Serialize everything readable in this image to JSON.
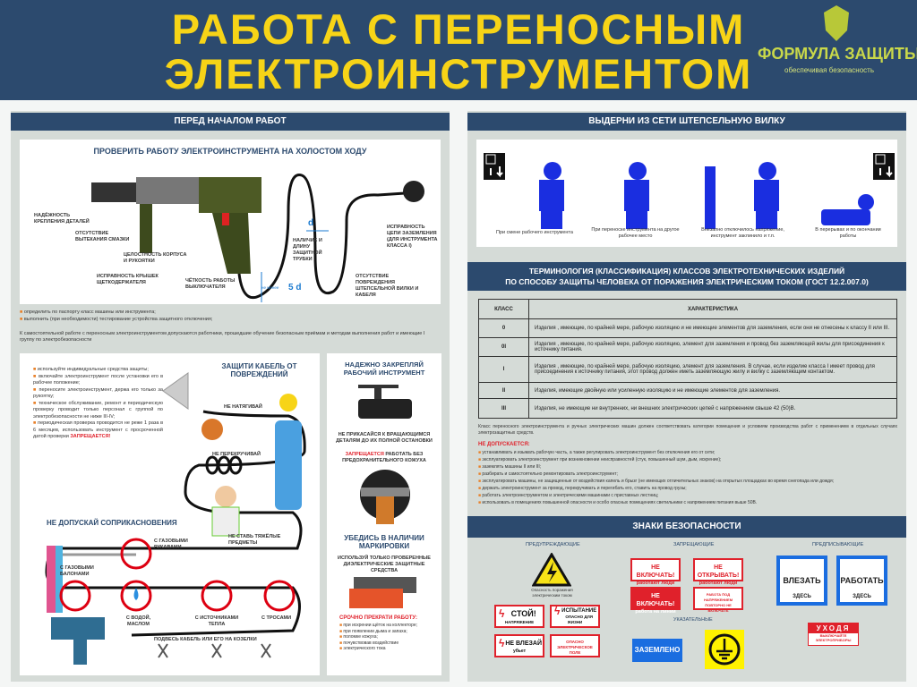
{
  "title": {
    "line1": "РАБОТА С ПЕРЕНОСНЫМ",
    "line2": "ЭЛЕКТРОИНСТРУМЕНТОМ"
  },
  "colors": {
    "header": "#2c4a6e",
    "title": "#f7d417",
    "panel": "#d5dbd7",
    "accent_red": "#e0212b",
    "figure_blue": "#1a2ee0"
  },
  "before_work": {
    "header": "ПЕРЕД НАЧАЛОМ РАБОТ",
    "check_title": "ПРОВЕРИТЬ РАБОТУ ЭЛЕКТРОИНСТРУМЕНТА НА ХОЛОСТОМ ХОДУ",
    "labels": [
      "НАДЁЖНОСТЬ КРЕПЛЕНИЯ ДЕТАЛЕЙ",
      "ОТСУТСТВИЕ ВЫТЕКАНИЯ СМАЗКИ",
      "ЦЕЛОСТНОСТЬ КОРПУСА И РУКОЯТКИ",
      "ИСПРАВНОСТЬ КРЫШЕК ЩЕТКОДЕРЖАТЕЛЯ",
      "ЧЁТКОСТЬ РАБОТЫ ВЫКЛЮЧАТЕЛЯ",
      "НАЛИЧИЕ И ДЛИНУ ЗАЩИТНОЙ ТРУБКИ",
      "ОТСУТСТВИЕ ПОВРЕЖДЕНИЯ ШТЕПСЕЛЬНОЙ ВИЛКИ И КАБЕЛЯ",
      "ИСПРАВНОСТЬ ЦЕПИ ЗАЗЕМЛЕНИЯ (ДЛЯ ИНСТРУМЕНТА КЛАССА I)"
    ],
    "dim_d": "d",
    "dim_5d": "5 d",
    "dim_min": "не менее",
    "bullets": [
      "определить по паспорту класс машины или инструмента;",
      "выполнить (при необходимости) тестирование устройства защитного отключения;"
    ],
    "note": "К самостоятельной работе с переносным электроинструментом допускаются работники, прошедшие обучение безопасным приёмам и методам выполнения работ и имеющие I группу по электробезопасности"
  },
  "cable": {
    "bullets": [
      "используйте индивидуальные средства защиты;",
      "включайте электроинструмент после установки его в рабочее положение;",
      "переносите электроинструмент, держа его только за рукоятку;",
      "техническое обслуживание, ремонт и периодическую проверку проводит только персонал с группой по электробезопасности не ниже III-IV;"
    ],
    "bullet_last": "периодическая проверка проводится не реже 1 раза в 6 месяцев, использовать инструмент с просроченной датой проверки",
    "forbidden": "ЗАПРЕЩАЕТСЯ!",
    "protect_title": "ЗАЩИТИ КАБЕЛЬ ОТ ПОВРЕЖДЕНИЙ",
    "no_pull": "НЕ НАТЯГИВАЙ",
    "no_twist": "НЕ ПЕРЕКРУЧИВАЙ",
    "no_heavy": "НЕ СТАВЬ ТЯЖЁЛЫЕ ПРЕДМЕТЫ",
    "contact_title": "НЕ ДОПУСКАЙ СОПРИКАСНОВЕНИЯ",
    "contacts": [
      "С ГАЗОВЫМИ РУКАВАМИ",
      "С ГАЗОВЫМИ БАЛОНАМИ",
      "С ВОДОЙ, МАСЛОМ",
      "С ИСТОЧНИКАМИ ТЕПЛА",
      "С ТРОСАМИ"
    ],
    "hang": "ПОДВЕСЬ КАБЕЛЬ ИЛИ ЕГО НА КОЗЕЛКИ"
  },
  "tool": {
    "title": "НАДЕЖНО ЗАКРЕПЛЯЙ РАБОЧИЙ ИНСТРУМЕНТ",
    "no_touch": "НЕ ПРИКАСАЙСЯ К ВРАЩАЮЩИМСЯ ДЕТАЛЯМ ДО ИХ ПОЛНОЙ ОСТАНОВКИ",
    "forbidden": "ЗАПРЕЩАЕТСЯ",
    "no_guard": "РАБОТАТЬ БЕЗ ПРЕДОХРАНИТЕЛЬНОГО КОЖУХА",
    "marking_title": "УБЕДИСЬ В НАЛИЧИИ МАРКИРОВКИ",
    "marking_text": "ИСПОЛЬЗУЙ ТОЛЬКО ПРОВЕРЕННЫЕ ДИЭЛЕКТРИЧЕСКИЕ ЗАЩИТНЫЕ СРЕДСТВА",
    "stop_title": "СРОЧНО ПРЕКРАТИ РАБОТУ:",
    "stop_items": [
      "при искрении щёток на коллекторе;",
      "при появлении дыма и запаха;",
      "поломке кожуха;",
      "почувствовав воздействие",
      "электрического тока"
    ]
  },
  "unplug": {
    "header": "ВЫДЕРНИ ИЗ СЕТИ ШТЕПСЕЛЬНУЮ ВИЛКУ",
    "captions": [
      "При смене рабочего инструмента",
      "При переноске инструмента на другое рабочее место",
      "Внезапно отключилось напряжение, инструмент заклинило и т.п.",
      "В перерывах и по окончании работы"
    ]
  },
  "classes": {
    "header_line1": "ТЕРМИНОЛОГИЯ (КЛАССИФИКАЦИЯ) КЛАССОВ ЭЛЕКТРОТЕХНИЧЕСКИХ ИЗДЕЛИЙ",
    "header_line2": "ПО СПОСОБУ ЗАЩИТЫ ЧЕЛОВЕКА ОТ ПОРАЖЕНИЯ ЭЛЕКТРИЧЕСКИМ ТОКОМ (ГОСТ 12.2.007.0)",
    "columns": [
      "КЛАСС",
      "ХАРАКТЕРИСТИКА"
    ],
    "rows": [
      {
        "cls": "0",
        "text": "Изделия , имеющие, по крайней мере, рабочую изоляцию и не имеющие элементов для заземления, если они не отнесены к классу II или III."
      },
      {
        "cls": "0I",
        "text": "Изделия , имеющие, по крайней мере, рабочую изоляцию, элемент для заземления и провод без заземляющей жилы для присоединения к источнику питания."
      },
      {
        "cls": "I",
        "text": "Изделия , имеющие, по крайней мере, рабочую изоляцию, элемент для заземления. В случае, если изделие класса I имеет провод для присоединения к источнику питания, этот провод должен иметь заземляющую жилу и вилку с заземляющим контактом."
      },
      {
        "cls": "II",
        "text": "Изделия, имеющие двойную или усиленную изоляцию и не имеющие элементов для заземления."
      },
      {
        "cls": "III",
        "text": "Изделия, не имеющие ни внутренних, ни внешних электрических цепей с напряжением свыше 42 (50)В."
      }
    ],
    "note": "Класс переносного электроинструмента и ручных электрических машин должен соответствовать категории помещения и условиям производства работ с применением в отдельных случаях электрозащитных средств.",
    "not_allowed_title": "НЕ ДОПУСКАЕТСЯ:",
    "not_allowed": [
      "устанавливать и изымать рабочую часть, а также регулировать электроинструмент без отключения его от сети;",
      "эксплуатировать электроинструмент при возникновении неисправностей (стук, повышенный шум, дым, искрение);",
      "заземлять машины II или III;",
      "разбирать и самостоятельно ремонтировать электроинструмент;",
      "эксплуатировать машины, не защищенные от воздействия капель и брызг (не имеющих отличительных знаков) на открытых площадках во время снегопада или дождя;",
      "держать электроинструмент за провод, перекручивать и перегибать его, ставить на провод грузы;",
      "работать электроинструментом и электрическими машинами с приставных лестниц;",
      "использовать в помещениях повышенной опасности и особо опасных помещениях светильники с напряжением питания выше 50В."
    ]
  },
  "signs": {
    "header": "ЗНАКИ БЕЗОПАСНОСТИ",
    "warning_title": "ПРЕДУПРЕЖДАЮЩИЕ",
    "warning_caption": "Опасность поражения электрическим током",
    "prohibit_title": "ЗАПРЕЩАЮЩИЕ",
    "mandatory_title": "ПРЕДПИСЫВАЮЩИЕ",
    "indicative_title": "УКАЗАТЕЛЬНЫЕ",
    "stop": {
      "big": "СТОЙ!",
      "small": "НАПРЯЖЕНИЕ"
    },
    "test": {
      "big": "ИСПЫТАНИЕ",
      "small": "ОПАСНО ДЛЯ ЖИЗНИ"
    },
    "noclimb": {
      "big": "НЕ ВЛЕЗАЙ",
      "small": "убьет"
    },
    "danger_small": "ОПАСНО ЭЛЕКТРИЧЕСКОЕ ПОЛЕ",
    "no_switch1": {
      "big": "НЕ ВКЛЮЧАТЬ!",
      "small": "работают люди"
    },
    "no_open": {
      "big": "НЕ ОТКРЫВАТЬ!",
      "small": "работают люди"
    },
    "no_switch2": {
      "big": "НЕ ВКЛЮЧАТЬ!",
      "small": "работа на линии"
    },
    "under_voltage": "РАБОТА ПОД НАПРЯЖЕНИЕМ ПОВТОРНО НЕ ВКЛЮЧАТЬ",
    "grounded": "ЗАЗЕМЛЕНО",
    "climb_here": {
      "big": "ВЛЕЗАТЬ",
      "small": "ЗДЕСЬ"
    },
    "work_here": {
      "big": "РАБОТАТЬ",
      "small": "ЗДЕСЬ"
    },
    "leaving": {
      "big": "УХОДЯ",
      "small": "ВЫКЛЮЧАЙТЕ ЭЛЕКТРОПРИБОРЫ"
    }
  },
  "watermark": {
    "name": "ФОРМУЛА ЗАЩИТЫ",
    "tagline": "обеспечивая безопасность"
  }
}
